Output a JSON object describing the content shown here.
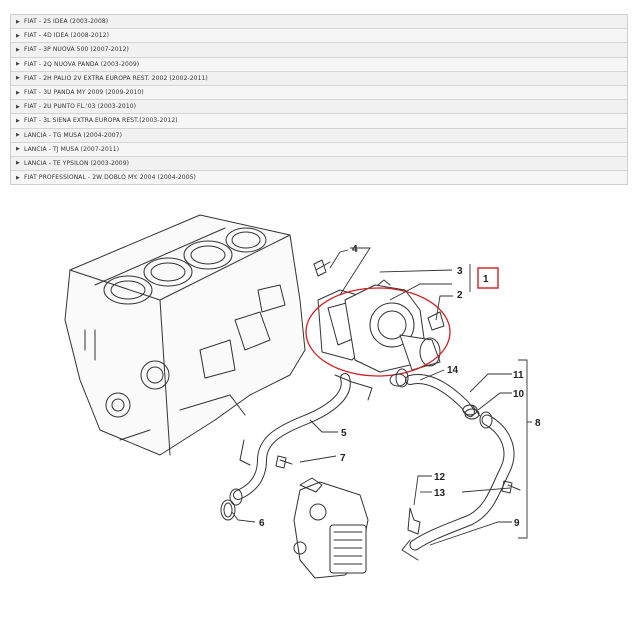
{
  "models": [
    {
      "label": "FIAT - 2S IDEA (2003-2008)"
    },
    {
      "label": "FIAT - 4D IDEA (2008-2012)"
    },
    {
      "label": "FIAT - 3P NUOVA 500 (2007-2012)"
    },
    {
      "label": "FIAT - 2Q NUOVA PANDA (2003-2009)"
    },
    {
      "label": "FIAT - 2H PALIO 2V EXTRA EUROPA REST. 2002 (2002-2011)"
    },
    {
      "label": "FIAT - 3U PANDA MY 2009 (2009-2010)"
    },
    {
      "label": "FIAT - 2U PUNTO FL.'03 (2003-2010)"
    },
    {
      "label": "FIAT - 3L SIENA EXTRA EUROPA REST.(2003-2012)"
    },
    {
      "label": "LANCIA - TG MUSA (2004-2007)"
    },
    {
      "label": "LANCIA - TJ MUSA (2007-2011)"
    },
    {
      "label": "LANCIA - TE YPSILON (2003-2009)"
    },
    {
      "label": "FIAT PROFESSIONAL - 2W DOBLO MY. 2004 (2004-2005)"
    }
  ],
  "arrow_glyph": "▶",
  "diagram": {
    "callouts": [
      "1",
      "2",
      "3",
      "4",
      "5",
      "6",
      "7",
      "8",
      "9",
      "10",
      "11",
      "12",
      "13",
      "14"
    ],
    "highlight_color": "#cc2222"
  }
}
